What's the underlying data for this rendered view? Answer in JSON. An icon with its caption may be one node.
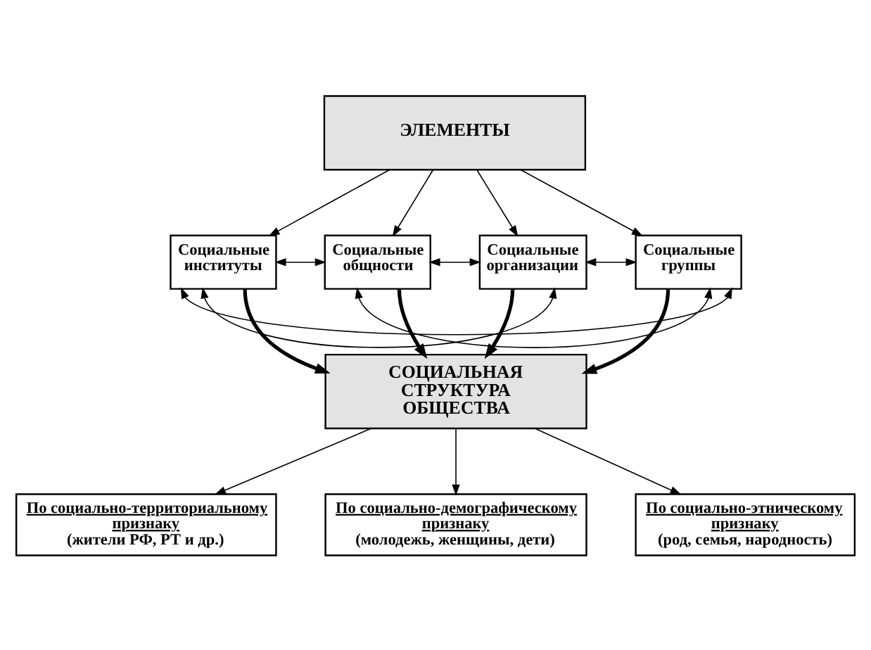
{
  "diagram": {
    "nodes": [
      {
        "text": [
          "ЭЛЕМЕНТЫ"
        ]
      },
      {
        "text": [
          "Социальные институты"
        ]
      },
      {
        "text": [
          "Социальные общности"
        ]
      },
      {
        "text": [
          "Социальные организации"
        ]
      },
      {
        "text": [
          "Социальные группы"
        ]
      },
      {
        "text": [
          "СОЦИАЛЬНАЯ СТРУКТУРА ОБЩЕСТВА"
        ]
      },
      {
        "text": [
          "По социально-территориальному признаку",
          "(жители РФ, РТ и др.)"
        ]
      },
      {
        "text": [
          "По социально-демографическому признаку",
          "(молодежь, женщины, дети)"
        ]
      },
      {
        "text": [
          "По социально-этническому признаку",
          "(род, семья, народность)"
        ]
      }
    ],
    "edges": [
      {
        "from": 0,
        "to": 1,
        "arrow": "to"
      },
      {
        "from": 0,
        "to": 2,
        "arrow": "to"
      },
      {
        "from": 0,
        "to": 3,
        "arrow": "to"
      },
      {
        "from": 0,
        "to": 4,
        "arrow": "to"
      },
      {
        "from": 1,
        "to": 2,
        "arrow": "both"
      },
      {
        "from": 2,
        "to": 3,
        "arrow": "both"
      },
      {
        "from": 3,
        "to": 4,
        "arrow": "both"
      },
      {
        "from": 1,
        "to": 3,
        "arrow": "both"
      },
      {
        "from": 2,
        "to": 4,
        "arrow": "both"
      },
      {
        "from": 1,
        "to": 4,
        "arrow": "both"
      },
      {
        "from": 1,
        "to": 5,
        "arrow": "to",
        "style": "thick"
      },
      {
        "from": 2,
        "to": 5,
        "arrow": "to",
        "style": "thick"
      },
      {
        "from": 3,
        "to": 5,
        "arrow": "to",
        "style": "thick"
      },
      {
        "from": 4,
        "to": 5,
        "arrow": "to",
        "style": "thick"
      },
      {
        "from": 5,
        "to": 6,
        "arrow": "to"
      },
      {
        "from": 5,
        "to": 7,
        "arrow": "to"
      },
      {
        "from": 5,
        "to": 8,
        "arrow": "to"
      }
    ]
  }
}
